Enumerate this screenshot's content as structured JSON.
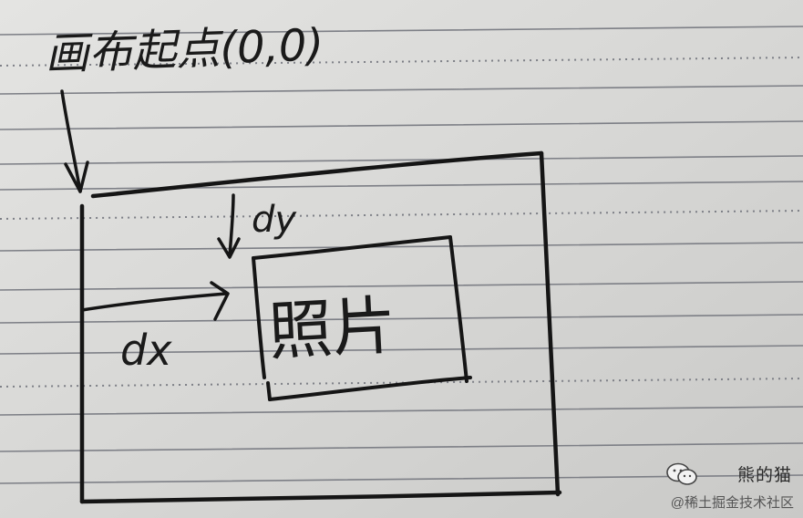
{
  "labels": {
    "canvas_origin": "画布起点(0,0)",
    "dy": "dy",
    "dx": "dx",
    "photo": "照片"
  },
  "watermark": {
    "author": "熊的猫",
    "site": "@稀土掘金技术社区"
  },
  "colors": {
    "paper": "#d9d9d7",
    "rule_line": "#7d7f86",
    "ink": "#151515"
  }
}
